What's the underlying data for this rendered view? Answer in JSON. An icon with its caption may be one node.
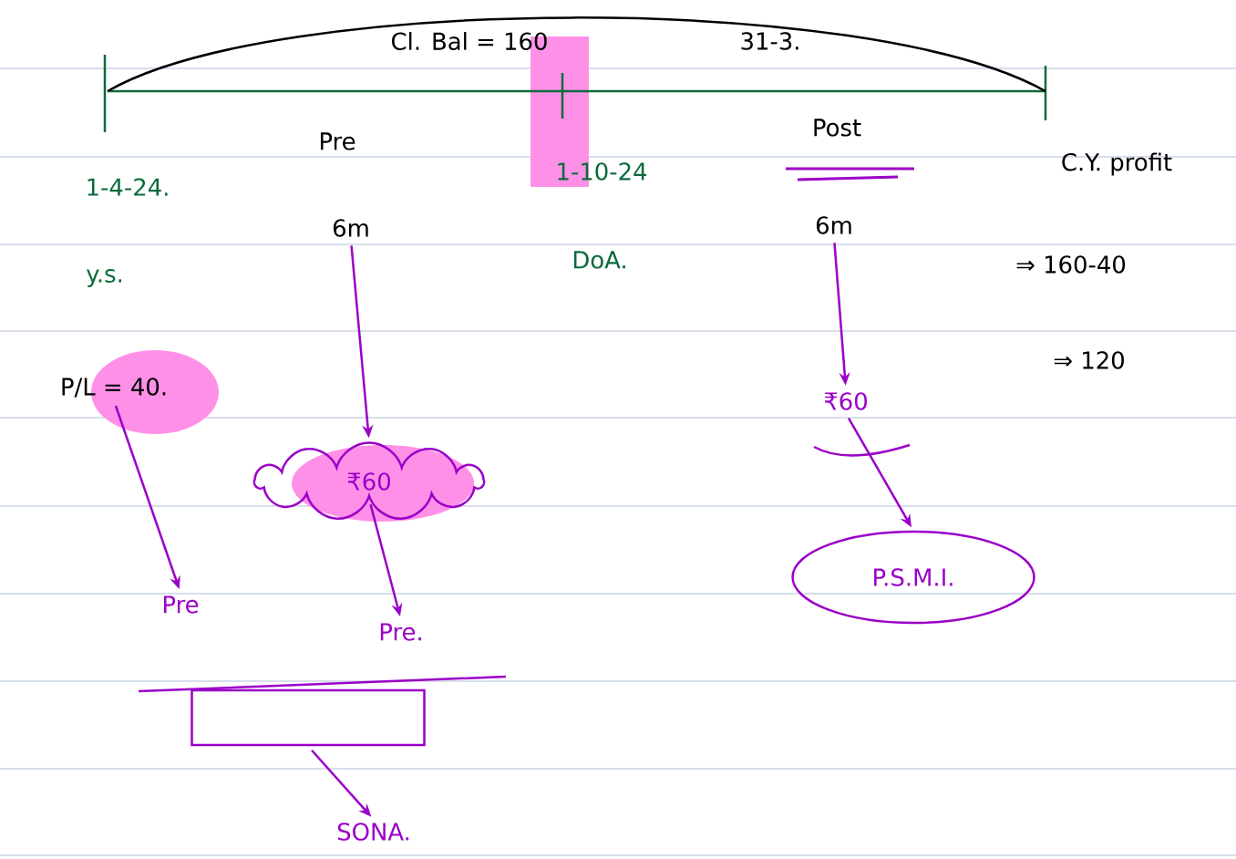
{
  "diagram": {
    "nodes": [
      {
        "text": [
          "6m"
        ]
      },
      {
        "text": [
          "₹60"
        ]
      },
      {
        "text": [
          "Pre."
        ]
      },
      {
        "text": [
          "P/L = 40."
        ]
      },
      {
        "text": [
          "Pre"
        ]
      },
      {
        "text": [],
        "shape": "box"
      },
      {
        "text": [
          "SONA."
        ]
      },
      {
        "text": [
          "6m"
        ]
      },
      {
        "text": [
          "₹60"
        ]
      },
      {
        "text": [
          "P.S.M.I."
        ]
      }
    ],
    "edges": [
      {
        "from": 0,
        "to": 1,
        "arrow": "to"
      },
      {
        "from": 1,
        "to": 2,
        "arrow": "to"
      },
      {
        "from": 3,
        "to": 4,
        "arrow": "to"
      },
      {
        "from": 5,
        "to": 6,
        "arrow": "to"
      },
      {
        "from": 7,
        "to": 8,
        "arrow": "to"
      },
      {
        "from": 8,
        "to": 9,
        "arrow": "to"
      }
    ],
    "labels": [
      "Cl. Bal = 160",
      "31-3.",
      "Pre",
      "Post",
      "1-4-24.",
      "1-10-24",
      "C.Y. profit",
      "y.s.",
      "DoA.",
      "⇒ 160-40",
      "⇒ 120"
    ]
  }
}
